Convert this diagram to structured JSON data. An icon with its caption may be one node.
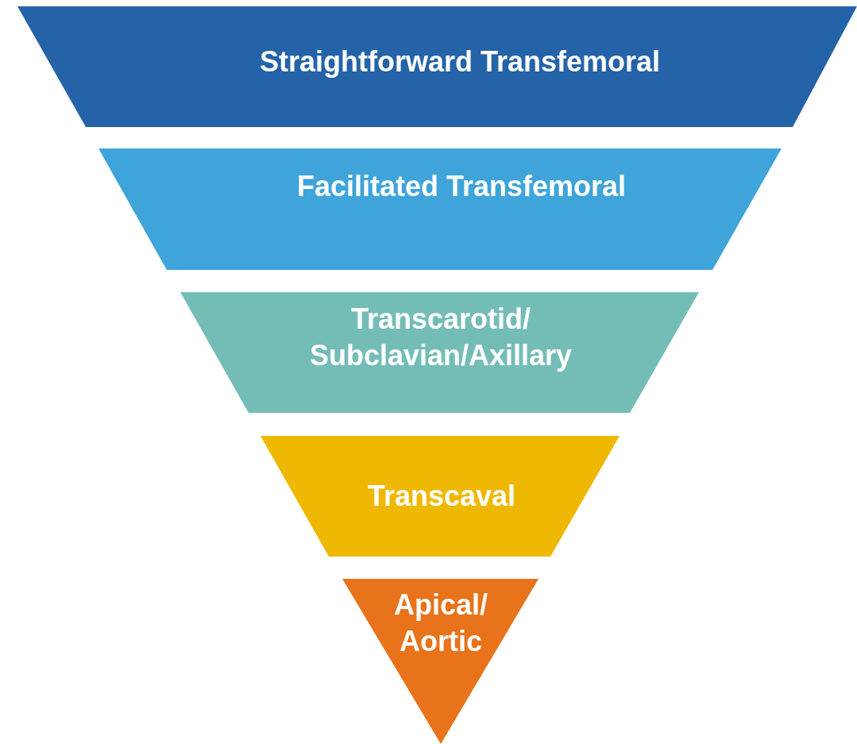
{
  "diagram": {
    "nodes": [
      {
        "text": [
          "Straightforward Transfemoral"
        ]
      },
      {
        "text": [
          "Facilitated Transfemoral"
        ]
      },
      {
        "text": [
          "Transcarotid/ Subclavian/Axillary"
        ]
      },
      {
        "text": [
          "Transcaval"
        ]
      },
      {
        "text": [
          "Apical/ Aortic"
        ]
      }
    ]
  }
}
